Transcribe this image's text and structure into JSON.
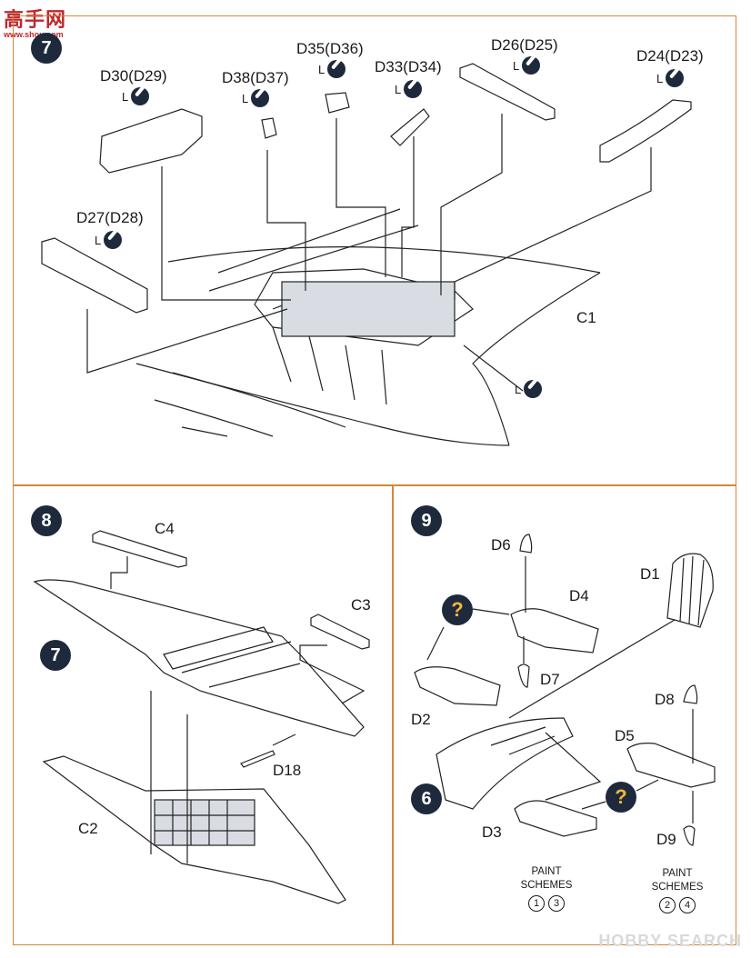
{
  "site_logo": {
    "chars": "高手网",
    "url_text": "www.shou.com"
  },
  "watermark": "HOBBY SEARCH",
  "step7": {
    "number": "7",
    "parts": {
      "d30": "D30(D29)",
      "d38": "D38(D37)",
      "d35": "D35(D36)",
      "d33": "D33(D34)",
      "d26": "D26(D25)",
      "d24": "D24(D23)",
      "d27": "D27(D28)",
      "c1": "C1"
    },
    "glue_letter": "L"
  },
  "step8": {
    "number": "8",
    "ref_step": "7",
    "parts": {
      "c4": "C4",
      "c3": "C3",
      "d18": "D18",
      "c2": "C2"
    }
  },
  "step9": {
    "number": "9",
    "ref_step": "6",
    "unknown_marker": "?",
    "parts": {
      "d6": "D6",
      "d4": "D4",
      "d1": "D1",
      "d7": "D7",
      "d2": "D2",
      "d8": "D8",
      "d5": "D5",
      "d3": "D3",
      "d9": "D9"
    },
    "paint_left": {
      "line1": "PAINT",
      "line2": "SCHEMES",
      "a": "1",
      "b": "3"
    },
    "paint_right": {
      "line1": "PAINT",
      "line2": "SCHEMES",
      "a": "2",
      "b": "4"
    }
  }
}
